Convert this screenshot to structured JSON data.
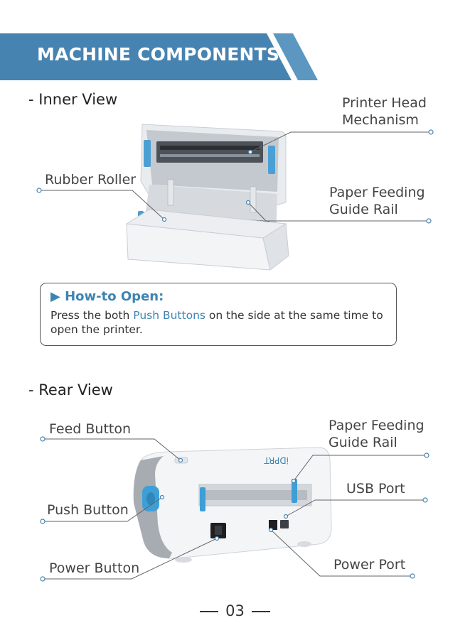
{
  "header": {
    "title": "MACHINE COMPONENTS"
  },
  "inner_view": {
    "heading": "- Inner View",
    "labels": {
      "printer_head": [
        "Printer Head",
        "Mechanism"
      ],
      "rubber_roller": "Rubber Roller",
      "paper_guide": [
        "Paper Feeding",
        "Guide Rail"
      ]
    }
  },
  "howto": {
    "title": "▶ How-to Open:",
    "text_before": "Press the both ",
    "text_highlight": "Push Buttons",
    "text_after": " on the side at the same time to open the printer."
  },
  "rear_view": {
    "heading": "- Rear View",
    "labels": {
      "feed_button": "Feed Button",
      "paper_guide": [
        "Paper Feeding",
        "Guide Rail"
      ],
      "usb_port": "USB Port",
      "push_button": "Push Button",
      "power_button": "Power Button",
      "power_port": "Power Port"
    },
    "brand_text": "iDPRT"
  },
  "footer": {
    "page_number": "03"
  },
  "colors": {
    "accent": "#3e84b3",
    "banner": "#4683b0",
    "banner_stripe": "#5b97c0"
  }
}
